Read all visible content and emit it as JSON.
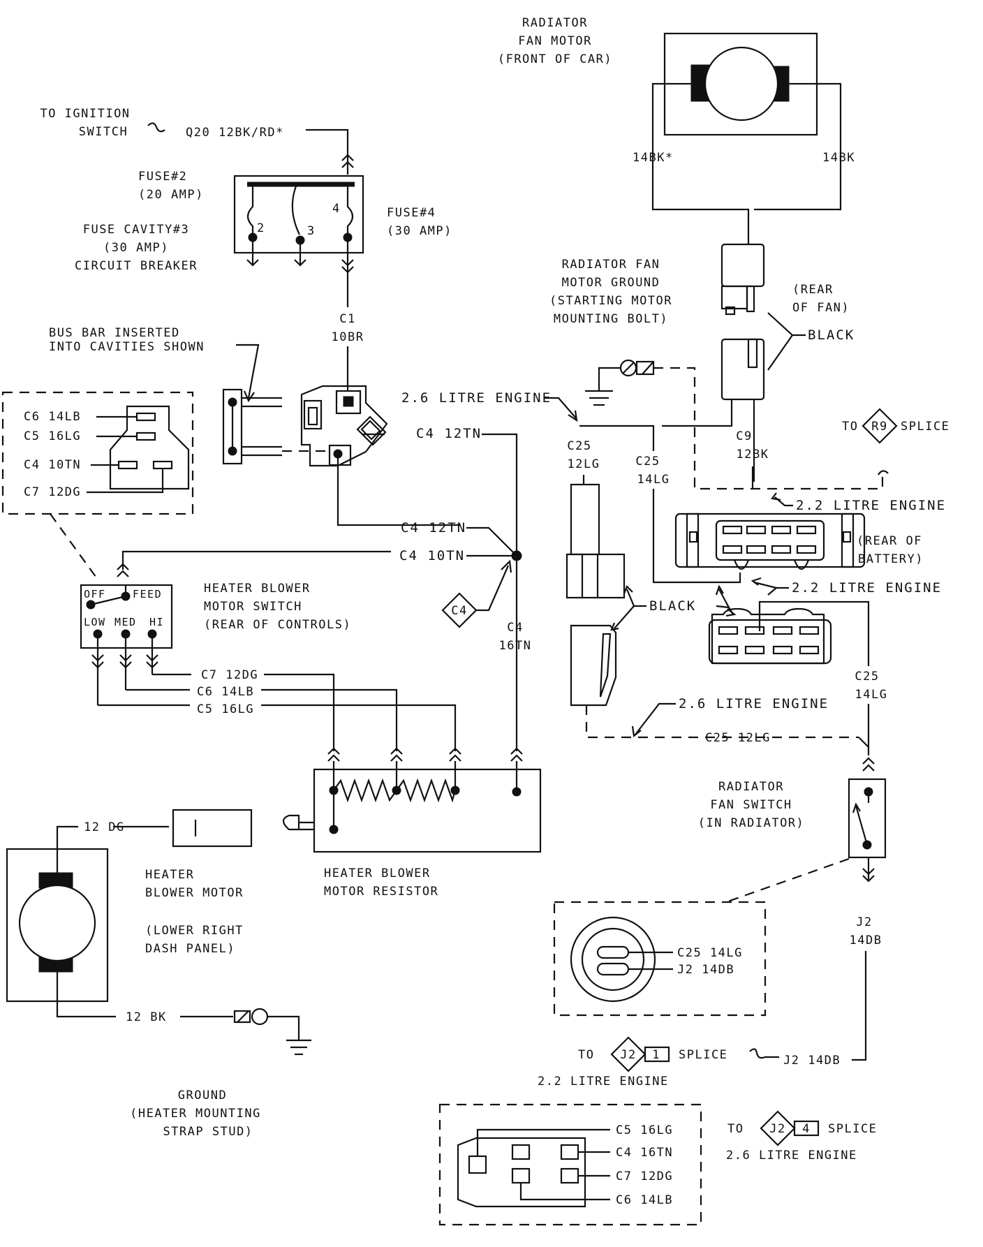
{
  "colors": {
    "ink": "#111111",
    "paper": "#ffffff"
  },
  "labels": {
    "radiator_fan_motor": [
      "RADIATOR",
      "FAN MOTOR",
      "(FRONT OF CAR)"
    ],
    "ignition": [
      "TO IGNITION",
      "SWITCH"
    ],
    "q20": "Q20 12BK/RD*",
    "fuse2": [
      "FUSE#2",
      "(20 AMP)"
    ],
    "fuse_cavity3": [
      "FUSE CAVITY#3",
      "(30 AMP)",
      "CIRCUIT BREAKER"
    ],
    "fuse4": [
      "FUSE#4",
      "(30 AMP)"
    ],
    "fuse_pins": [
      "2",
      "3",
      "4"
    ],
    "wire_14bk_star": "14BK*",
    "wire_14bk": "14BK",
    "rear_of_fan": [
      "(REAR",
      "OF FAN)"
    ],
    "black": "BLACK",
    "fan_ground": [
      "RADIATOR FAN",
      "MOTOR GROUND",
      "(STARTING MOTOR",
      "MOUNTING BOLT)"
    ],
    "c1": [
      "C1",
      "10BR"
    ],
    "bus_bar": [
      "BUS BAR INSERTED",
      "INTO CAVITIES SHOWN"
    ],
    "engine_26_1": "2.6 LITRE ENGINE",
    "c4_12tn_a": "C4 12TN",
    "c4_12tn_b": "C4 12TN",
    "c4_10tn": "C4 10TN",
    "c4_16tn": [
      "C4",
      "16TN"
    ],
    "c4_diamond": "C4",
    "c25_12lg": [
      "C25",
      "12LG"
    ],
    "c25_14lg": [
      "C25",
      "14LG"
    ],
    "c9_12bk": [
      "C9",
      "12BK"
    ],
    "to_r9": "TO",
    "r9": "R9",
    "r9_splice": "SPLICE",
    "engine_22_1": "2.2 LITRE ENGINE",
    "rear_of_battery": [
      "(REAR OF",
      "BATTERY)"
    ],
    "engine_22_2": "2.2 LITRE ENGINE",
    "black2": "BLACK",
    "c25_14lg_right": [
      "C25",
      "14LG"
    ],
    "engine_26_2": "2.6 LITRE ENGINE",
    "c25_12lg_bottom": "C25 12LG",
    "connector_inset_top": [
      "C6 14LB",
      "C5 16LG",
      "C4 10TN",
      "C7 12DG"
    ],
    "blower_switch_positions": [
      "OFF",
      "FEED",
      "LOW",
      "MED",
      "HI"
    ],
    "blower_switch": [
      "HEATER BLOWER",
      "MOTOR SWITCH",
      "(REAR OF CONTROLS)"
    ],
    "c7_12dg": "C7 12DG",
    "c6_14lb": "C6 14LB",
    "c5_16lg": "C5 16LG",
    "radiator_fan_switch": [
      "RADIATOR",
      "FAN SWITCH",
      "(IN RADIATOR)"
    ],
    "wire_12dg": "12 DG",
    "heater_blower_motor": [
      "HEATER",
      "BLOWER MOTOR",
      "(LOWER RIGHT",
      "DASH PANEL)"
    ],
    "blower_resistor": [
      "HEATER BLOWER",
      "MOTOR RESISTOR"
    ],
    "j2_14db": [
      "J2",
      "14DB"
    ],
    "inset_switch": [
      "C25 14LG",
      "J2 14DB"
    ],
    "wire_12bk": "12 BK",
    "to_j2_1": "TO",
    "j2_diamond_1": "J2",
    "j2_pin_1": "1",
    "splice_1": "SPLICE",
    "engine_22_3": "2.2 LITRE ENGINE",
    "j2_14db_bottom": "J2 14DB",
    "ground_heater": [
      "GROUND",
      "(HEATER MOUNTING",
      "STRAP STUD)"
    ],
    "inset_bottom": [
      "C5 16LG",
      "C4 16TN",
      "C7 12DG",
      "C6 14LB"
    ],
    "to_j2_4": "TO",
    "j2_diamond_4": "J2",
    "j2_pin_4": "4",
    "splice_4": "SPLICE",
    "engine_26_3": "2.6 LITRE ENGINE"
  }
}
